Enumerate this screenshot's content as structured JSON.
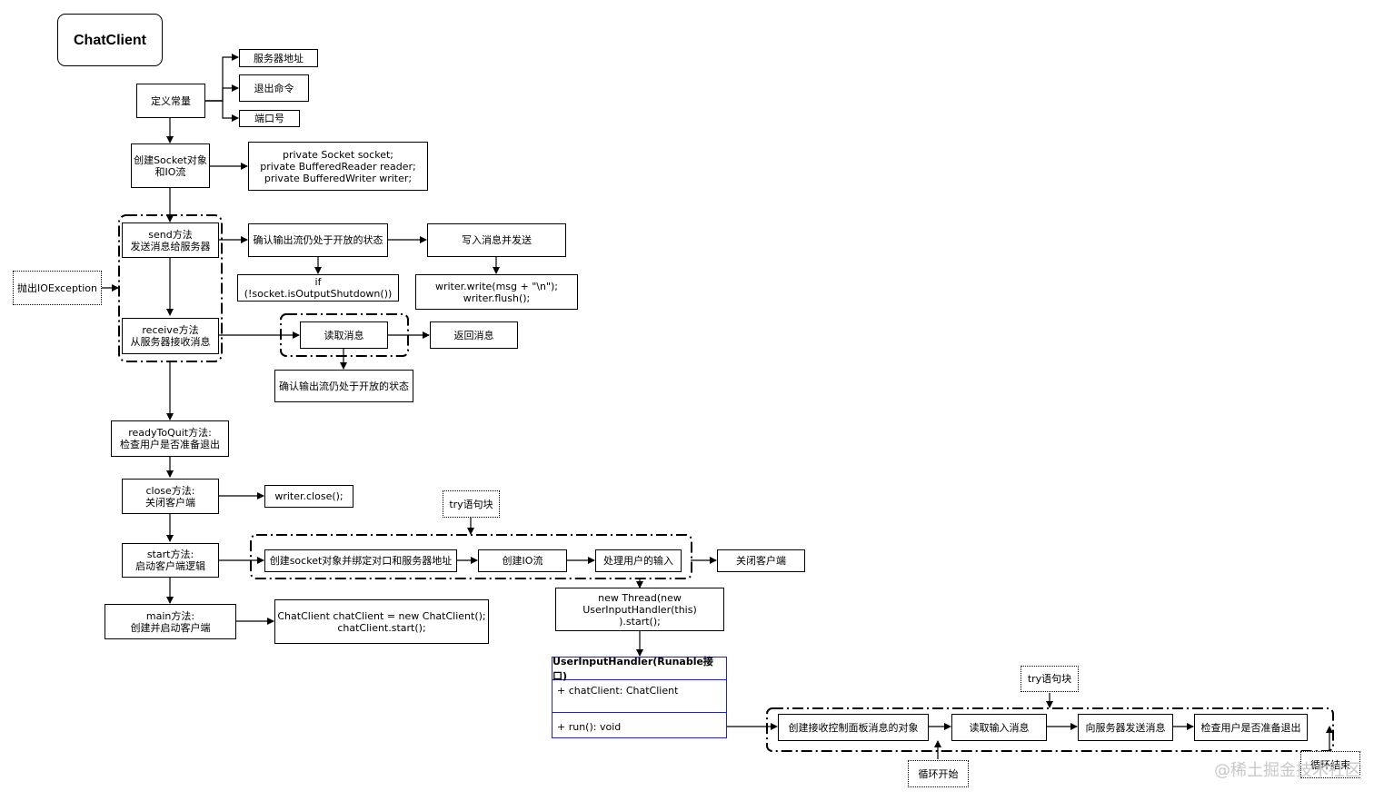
{
  "nodes": {
    "title": "ChatClient",
    "define_constants": "定义常量",
    "server_address": "服务器地址",
    "exit_command": "退出命令",
    "port": "端口号",
    "create_socket": "创建Socket对象\n和IO流",
    "socket_fields": "private Socket socket;\nprivate BufferedReader reader;\nprivate BufferedWriter writer;",
    "send_method": "send方法\n发送消息给服务器",
    "confirm_output_open": "确认输出流仍处于开放的状态",
    "write_send": "写入消息并发送",
    "is_output_shutdown": "if (!socket.isOutputShutdown())",
    "writer_write": "writer.write(msg + \"\\n\");\nwriter.flush();",
    "throw_ioexception": "抛出IOException",
    "receive_method": "receive方法\n从服务器接收消息",
    "read_message": "读取消息",
    "return_message": "返回消息",
    "confirm_output_open_2": "确认输出流仍处于开放的状态",
    "ready_to_quit": "readyToQuit方法:\n检查用户是否准备退出",
    "close_method": "close方法:\n关闭客户端",
    "writer_close": "writer.close();",
    "try_block_1": "try语句块",
    "start_method": "start方法:\n启动客户端逻辑",
    "create_socket_bind": "创建socket对象并绑定对口和服务器地址",
    "create_io": "创建IO流",
    "handle_input": "处理用户的输入",
    "close_client": "关闭客户端",
    "main_method": "main方法:\n创建并启动客户端",
    "main_code": "ChatClient chatClient = new ChatClient();\nchatClient.start();",
    "new_thread": "new Thread(new\nUserInputHandler(this)\n).start();",
    "try_block_2": "try语句块",
    "create_receive_obj": "创建接收控制面板消息的对象",
    "read_input": "读取输入消息",
    "send_to_server": "向服务器发送消息",
    "check_quit": "检查用户是否准备退出",
    "loop_start": "循环开始",
    "loop_end": "循环结束"
  },
  "uml": {
    "title": "UserInputHandler(Runable接口)",
    "field": "+ chatClient: ChatClient",
    "method": "+ run(): void"
  },
  "watermark": "@稀土掘金技术社区",
  "colors": {
    "line": "#000000",
    "uml_border": "#1a1aff",
    "watermark": "#c8c8c8"
  }
}
